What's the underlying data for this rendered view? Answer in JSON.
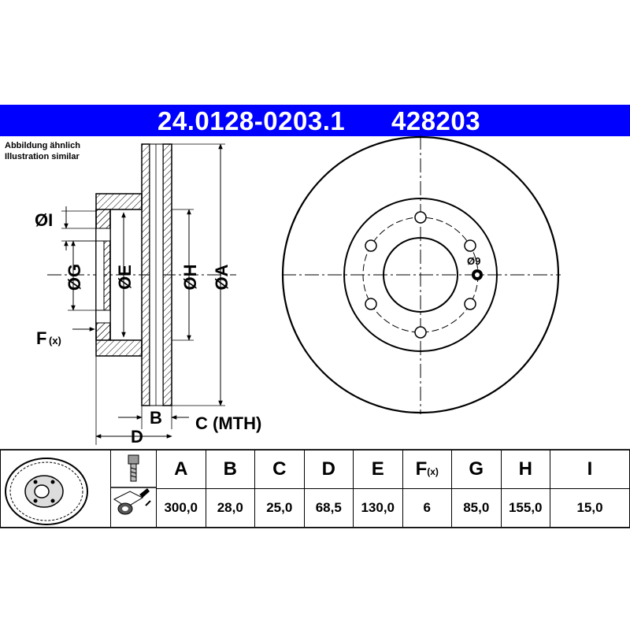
{
  "header": {
    "part_number": "24.0128-0203.1",
    "catalog_number": "428203",
    "background_color": "#0000ff",
    "text_color": "#ffffff"
  },
  "illustration_note": {
    "line1": "Abbildung ähnlich",
    "line2": "Illustration similar"
  },
  "section_labels": {
    "a": "ØA",
    "h": "ØH",
    "e": "ØE",
    "g": "ØG",
    "i": "ØI",
    "f": "F",
    "f_sub": "(x)",
    "b": "B",
    "c": "C (MTH)",
    "d": "D"
  },
  "front_view": {
    "bolt_hole_label": "Ø9",
    "bolt_hole_count": 6
  },
  "spec_table": {
    "headers": [
      "A",
      "B",
      "C",
      "D",
      "E",
      "F",
      "G",
      "H",
      "I"
    ],
    "f_header_sub": "(x)",
    "values": [
      "300,0",
      "28,0",
      "25,0",
      "68,5",
      "130,0",
      "6",
      "85,0",
      "155,0",
      "15,0"
    ]
  },
  "icons": {
    "bolt": "bolt-icon",
    "tightening": "torque-tightening-icon",
    "disc": "brake-disc-thumbnail"
  }
}
